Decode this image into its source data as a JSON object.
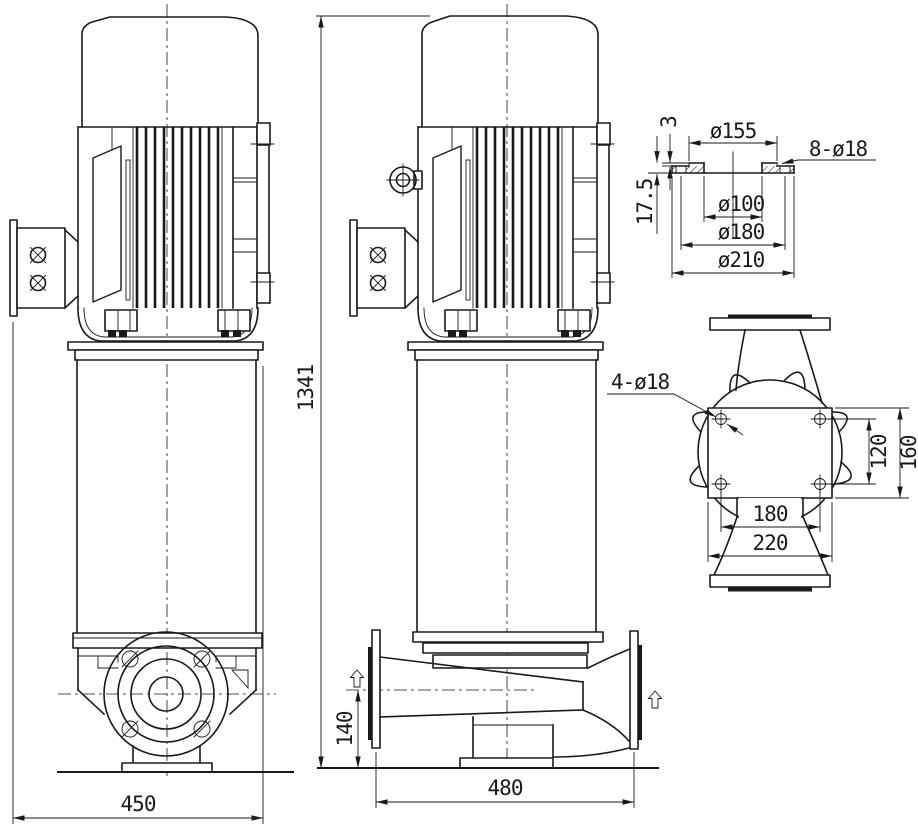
{
  "drawing": {
    "front_view": {
      "overall_width": "450"
    },
    "side_view": {
      "overall_height": "1341",
      "port_centerline_height": "140",
      "port_to_port_length": "480"
    },
    "flange_detail": {
      "raised_face_diameter": "ø155",
      "bolt_holes": "8-ø18",
      "raised_face_height": "3",
      "flange_thickness": "17.5",
      "bore_diameter": "ø100",
      "bolt_circle_diameter": "ø180",
      "outer_diameter": "ø210"
    },
    "plan_view": {
      "bolt_holes": "4-ø18",
      "hole_spacing_depth": "120",
      "pad_depth": "160",
      "hole_spacing_width": "180",
      "pad_width": "220"
    },
    "colors": {
      "line": "#1a1a1a",
      "background": "#ffffff"
    }
  }
}
